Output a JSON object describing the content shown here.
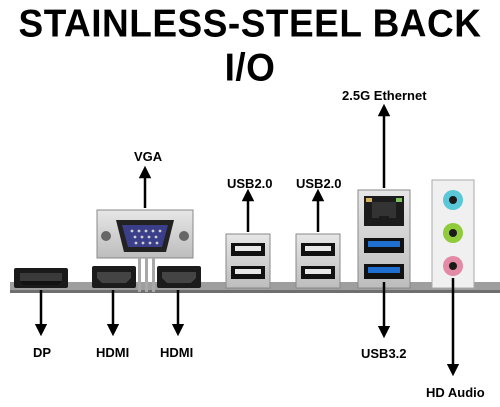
{
  "title": "STAINLESS-STEEL BACK I/O",
  "labels": {
    "vga": "VGA",
    "usb2_left": "USB2.0",
    "usb2_right": "USB2.0",
    "ethernet": "2.5G Ethernet",
    "dp": "DP",
    "hdmi_left": "HDMI",
    "hdmi_right": "HDMI",
    "usb3": "USB3.2",
    "hd_audio": "HD Audio"
  },
  "colors": {
    "usb3_port": "#1f6fd1",
    "audio_line_in": "#5ac8d8",
    "audio_line_out": "#8fcb3a",
    "audio_mic": "#e38aa6",
    "board": "#bfbfbf"
  }
}
